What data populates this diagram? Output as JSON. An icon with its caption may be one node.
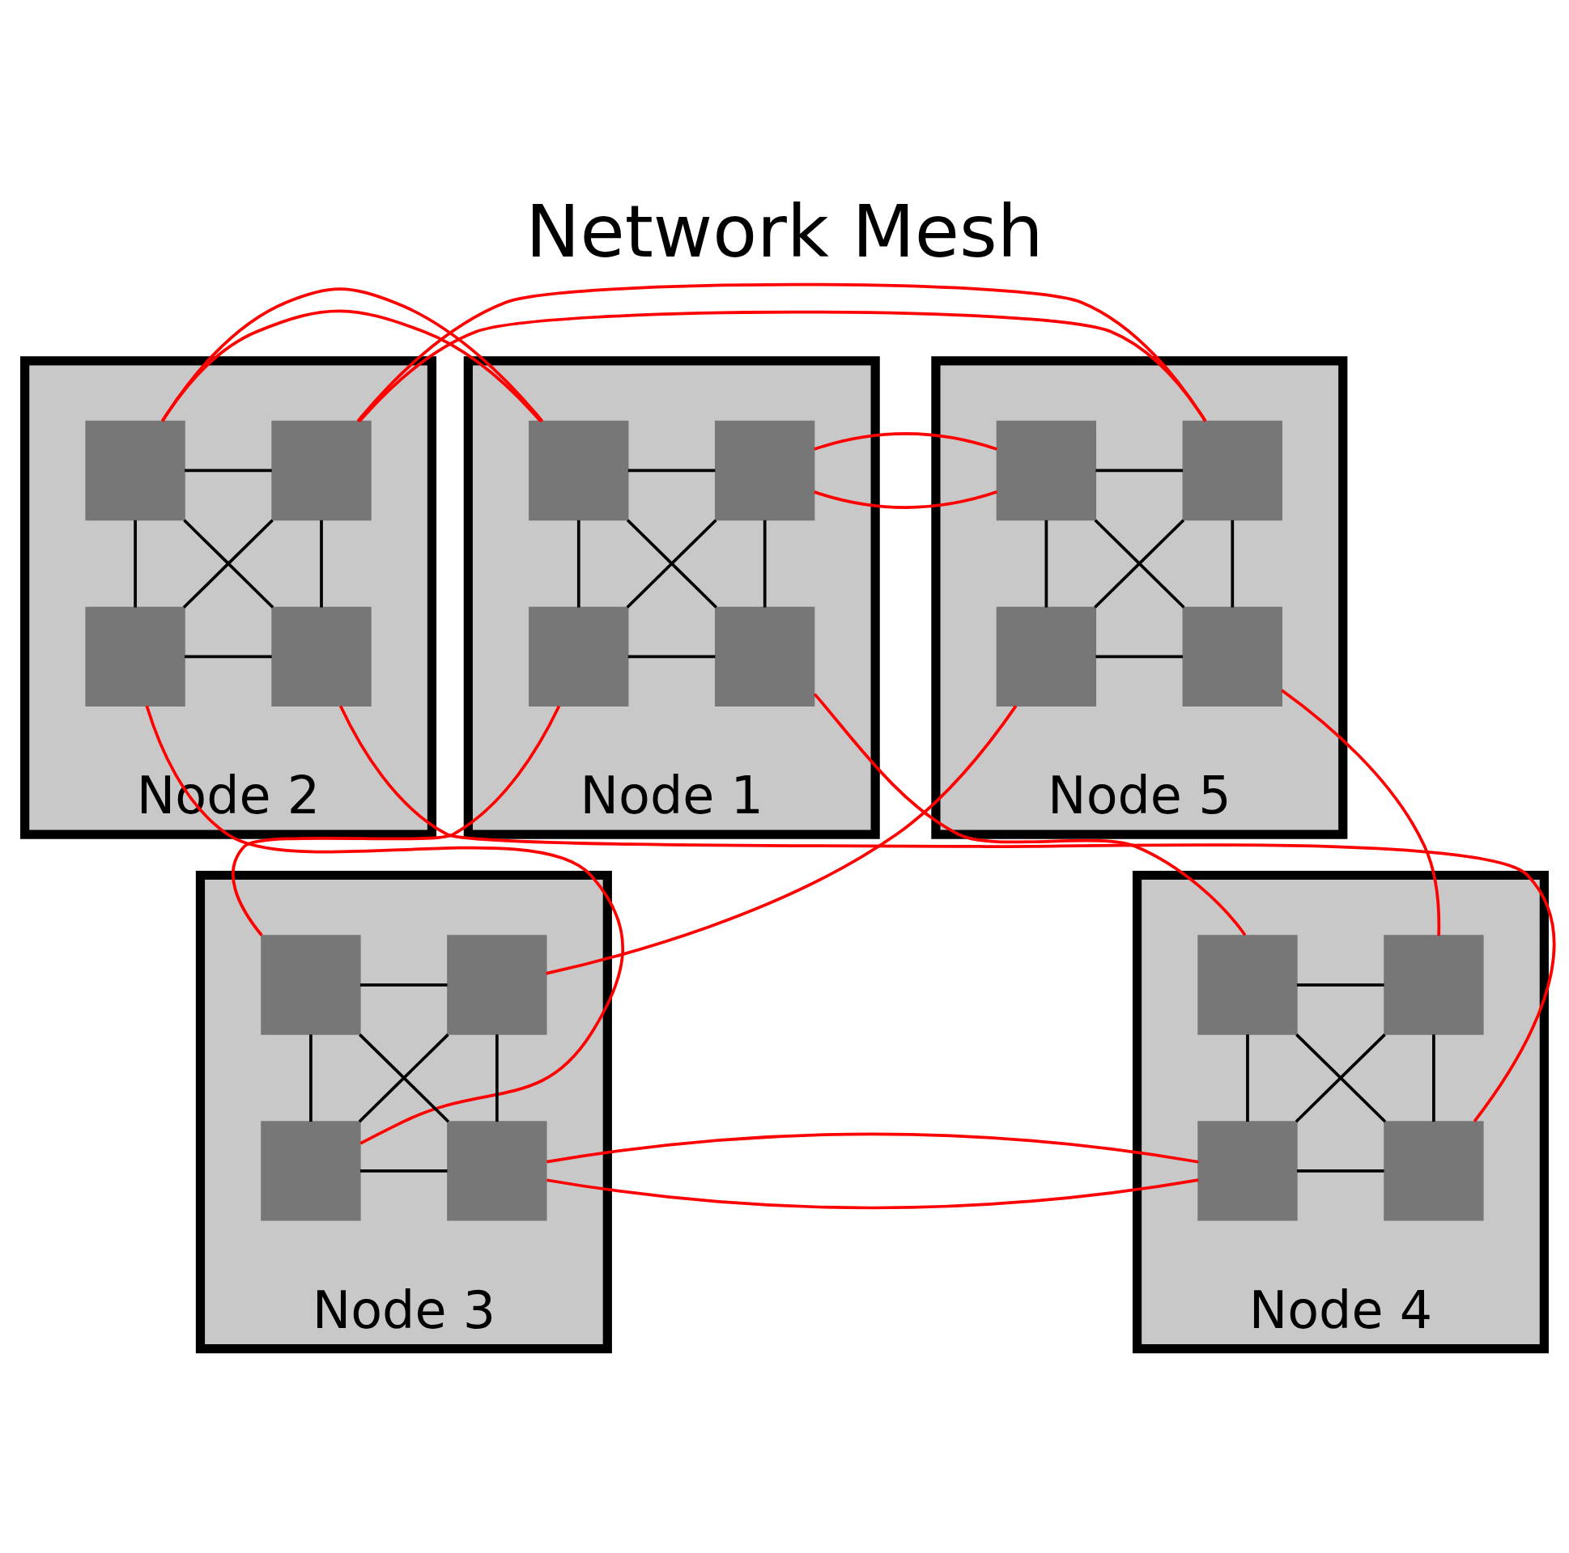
{
  "diagram": {
    "title": "Network Mesh",
    "nodes": [
      {
        "text": [
          "Node 1"
        ]
      },
      {
        "text": [],
        "shape": "box",
        "in": 0
      },
      {
        "text": [],
        "shape": "box",
        "in": 0
      },
      {
        "text": [],
        "shape": "box",
        "in": 0
      },
      {
        "text": [],
        "shape": "box",
        "in": 0
      },
      {
        "text": [
          "Node 2"
        ]
      },
      {
        "text": [],
        "shape": "box",
        "in": 5
      },
      {
        "text": [],
        "shape": "box",
        "in": 5
      },
      {
        "text": [],
        "shape": "box",
        "in": 5
      },
      {
        "text": [],
        "shape": "box",
        "in": 5
      },
      {
        "text": [
          "Node 3"
        ]
      },
      {
        "text": [],
        "shape": "box",
        "in": 10
      },
      {
        "text": [],
        "shape": "box",
        "in": 10
      },
      {
        "text": [],
        "shape": "box",
        "in": 10
      },
      {
        "text": [],
        "shape": "box",
        "in": 10
      },
      {
        "text": [
          "Node 4"
        ]
      },
      {
        "text": [],
        "shape": "box",
        "in": 15
      },
      {
        "text": [],
        "shape": "box",
        "in": 15
      },
      {
        "text": [],
        "shape": "box",
        "in": 15
      },
      {
        "text": [],
        "shape": "box",
        "in": 15
      },
      {
        "text": [
          "Node 5"
        ]
      },
      {
        "text": [],
        "shape": "box",
        "in": 20
      },
      {
        "text": [],
        "shape": "box",
        "in": 20
      },
      {
        "text": [],
        "shape": "box",
        "in": 20
      },
      {
        "text": [],
        "shape": "box",
        "in": 20
      }
    ],
    "edges": [
      {
        "from": 1,
        "to": 2,
        "arrow": "none"
      },
      {
        "from": 3,
        "to": 4,
        "arrow": "none"
      },
      {
        "from": 1,
        "to": 3,
        "arrow": "none"
      },
      {
        "from": 2,
        "to": 4,
        "arrow": "none"
      },
      {
        "from": 1,
        "to": 4,
        "arrow": "none"
      },
      {
        "from": 2,
        "to": 3,
        "arrow": "none"
      },
      {
        "from": 6,
        "to": 7,
        "arrow": "none"
      },
      {
        "from": 8,
        "to": 9,
        "arrow": "none"
      },
      {
        "from": 6,
        "to": 8,
        "arrow": "none"
      },
      {
        "from": 7,
        "to": 9,
        "arrow": "none"
      },
      {
        "from": 6,
        "to": 9,
        "arrow": "none"
      },
      {
        "from": 7,
        "to": 8,
        "arrow": "none"
      },
      {
        "from": 11,
        "to": 12,
        "arrow": "none"
      },
      {
        "from": 13,
        "to": 14,
        "arrow": "none"
      },
      {
        "from": 11,
        "to": 13,
        "arrow": "none"
      },
      {
        "from": 12,
        "to": 14,
        "arrow": "none"
      },
      {
        "from": 11,
        "to": 14,
        "arrow": "none"
      },
      {
        "from": 12,
        "to": 13,
        "arrow": "none"
      },
      {
        "from": 16,
        "to": 17,
        "arrow": "none"
      },
      {
        "from": 18,
        "to": 19,
        "arrow": "none"
      },
      {
        "from": 16,
        "to": 18,
        "arrow": "none"
      },
      {
        "from": 17,
        "to": 19,
        "arrow": "none"
      },
      {
        "from": 16,
        "to": 19,
        "arrow": "none"
      },
      {
        "from": 17,
        "to": 18,
        "arrow": "none"
      },
      {
        "from": 21,
        "to": 22,
        "arrow": "none"
      },
      {
        "from": 23,
        "to": 24,
        "arrow": "none"
      },
      {
        "from": 21,
        "to": 23,
        "arrow": "none"
      },
      {
        "from": 22,
        "to": 24,
        "arrow": "none"
      },
      {
        "from": 21,
        "to": 24,
        "arrow": "none"
      },
      {
        "from": 22,
        "to": 23,
        "arrow": "none"
      },
      {
        "from": 1,
        "to": 6,
        "arrow": "none",
        "color": "#ff0000"
      },
      {
        "from": 7,
        "to": 22,
        "arrow": "none",
        "color": "#ff0000"
      },
      {
        "from": 2,
        "to": 21,
        "arrow": "none",
        "color": "#ff0000"
      },
      {
        "from": 4,
        "to": 16,
        "arrow": "none",
        "color": "#ff0000"
      },
      {
        "from": 3,
        "to": 11,
        "arrow": "none",
        "color": "#ff0000"
      },
      {
        "from": 8,
        "to": 13,
        "arrow": "none",
        "color": "#ff0000"
      },
      {
        "from": 9,
        "to": 19,
        "arrow": "none",
        "color": "#ff0000"
      },
      {
        "from": 23,
        "to": 12,
        "arrow": "none",
        "color": "#ff0000"
      },
      {
        "from": 24,
        "to": 17,
        "arrow": "none",
        "color": "#ff0000"
      },
      {
        "from": 14,
        "to": 18,
        "arrow": "none",
        "color": "#ff0000"
      }
    ]
  }
}
